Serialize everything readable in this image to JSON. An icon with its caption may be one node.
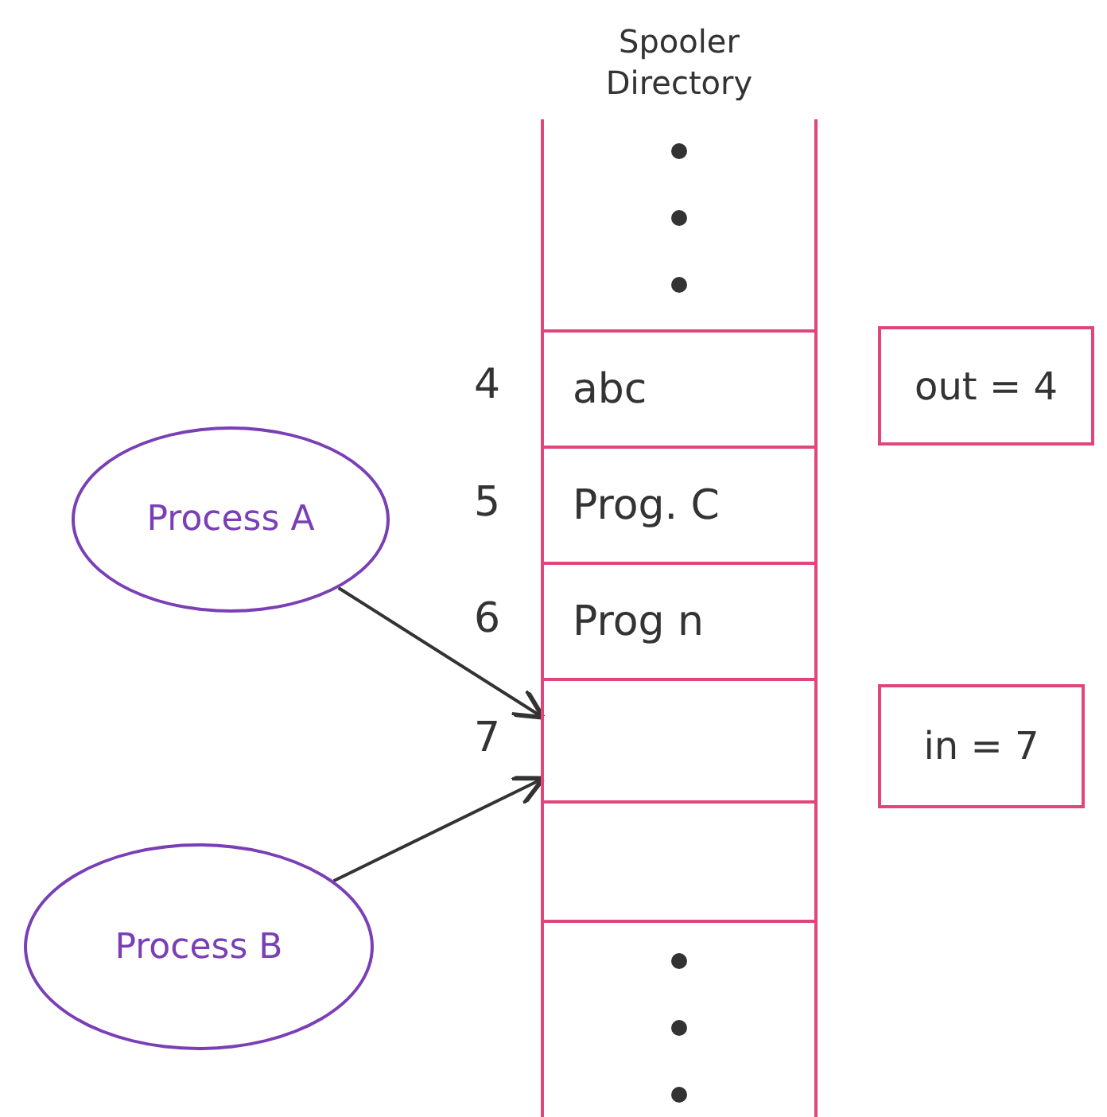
{
  "diagram": {
    "nodes": [
      {
        "text": [
          "Spooler Directory"
        ]
      },
      {
        "text": [
          "abc"
        ],
        "in": 0,
        "beside": [
          "4"
        ]
      },
      {
        "text": [
          "Prog. C"
        ],
        "in": 0,
        "beside": [
          "5"
        ]
      },
      {
        "text": [
          "Prog n"
        ],
        "in": 0,
        "beside": [
          "6"
        ]
      },
      {
        "text": [],
        "shape": "box",
        "in": 0,
        "beside": [
          "7"
        ]
      },
      {
        "text": [],
        "shape": "box",
        "in": 0
      },
      {
        "text": [
          "out = 4"
        ]
      },
      {
        "text": [
          "in = 7"
        ]
      },
      {
        "text": [
          "Process A"
        ]
      },
      {
        "text": [
          "Process B"
        ]
      }
    ],
    "edges": [
      {
        "from": 8,
        "to": 4,
        "arrow": "to"
      },
      {
        "from": 9,
        "to": 4,
        "arrow": "to"
      }
    ]
  }
}
